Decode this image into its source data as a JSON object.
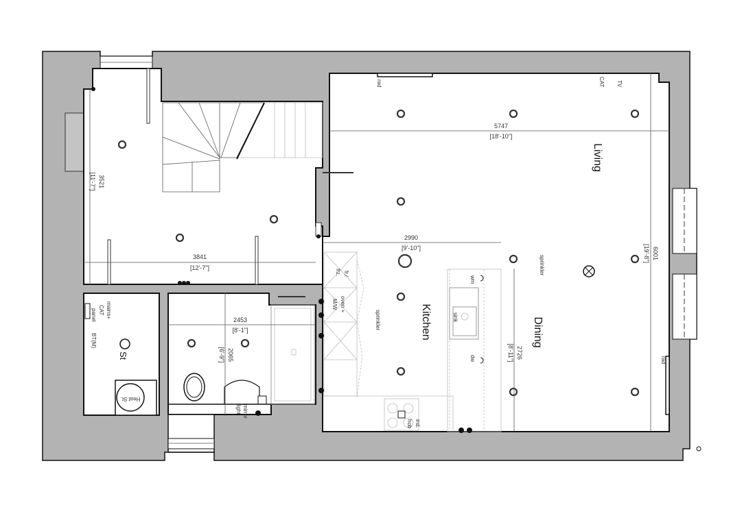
{
  "rooms": {
    "living": "Living",
    "kitchen": "Kitchen",
    "dining": "Dining"
  },
  "dimensions": {
    "hall_width_mm": "3841",
    "hall_width_ft": "[12'-7\"]",
    "hall_depth_mm": "3521",
    "hall_depth_ft": "[11'-7\"]",
    "living_width_mm": "5747",
    "living_width_ft": "[18'-10\"]",
    "living_depth_mm": "6001",
    "living_depth_ft": "[19'-8\"]",
    "kitchen_width_mm": "2990",
    "kitchen_width_ft": "[9'-10\"]",
    "dining_depth_mm": "2726",
    "dining_depth_ft": "[8'-11\"]",
    "bath_width_mm": "2453",
    "bath_width_ft": "[8'-1\"]",
    "bath_depth_mm": "2065",
    "bath_depth_ft": "[6'-9\"]"
  },
  "annotations": {
    "rad_top": "rad",
    "rad_right": "rad",
    "cat": "CAT",
    "tv": "TV",
    "sprinkler_dining": "sprinkler",
    "sprinkler_kitchen": "sprinkler",
    "fridge": "fr./",
    "freezer": "frz.",
    "oven": "oven +",
    "microwave": "M/W",
    "washing_machine": "wm",
    "sink": "sink",
    "dishwasher": "dw",
    "hob_1": "ind.",
    "hob_2": "hob",
    "mains": "mains+",
    "panel_cat": "CAT",
    "panel": "panel",
    "bt": "BT(M)",
    "store": "St",
    "heat_store": "Heat St.",
    "mirror_1": "mirror",
    "mirror_2": "light"
  },
  "colors": {
    "wall": "#b3b3b3",
    "line": "#111111"
  }
}
